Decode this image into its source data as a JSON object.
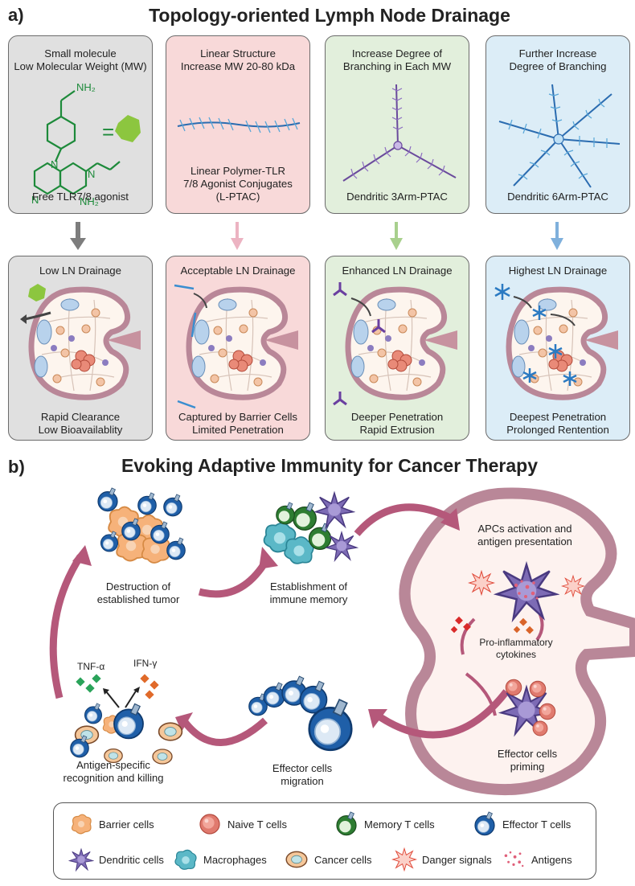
{
  "section_a": {
    "letter": "a)",
    "title": "Topology-oriented Lymph Node Drainage",
    "top_panels": [
      {
        "lines": [
          "Small molecule",
          "Low Molecular Weight (MW)"
        ],
        "bottom": [
          "Free TLR7/8 agonist"
        ],
        "color": "#e0e0e0",
        "chem_labels": {
          "nh2_top": "NH₂",
          "nh2_bottom": "NH₂",
          "n1": "N",
          "n2": "N",
          "n3": "N",
          "equals": "="
        }
      },
      {
        "lines": [
          "Linear Structure",
          "Increase MW 20-80 kDa"
        ],
        "bottom": [
          "Linear Polymer-TLR",
          "7/8 Agonist Conjugates",
          "(L-PTAC)"
        ],
        "color": "#f8d9d9"
      },
      {
        "lines": [
          "Increase Degree of",
          "Branching in Each MW"
        ],
        "bottom": [
          "Dendritic 3Arm-PTAC"
        ],
        "color": "#e2efdc"
      },
      {
        "lines": [
          "Further Increase",
          "Degree of Branching"
        ],
        "bottom": [
          "Dendritic 6Arm-PTAC"
        ],
        "color": "#dcedf7"
      }
    ],
    "arrow_colors": [
      "#7d7d7d",
      "#ecb3c2",
      "#a8d08d",
      "#7fb0dc"
    ],
    "bottom_panels": [
      {
        "title": "Low LN Drainage",
        "caption": [
          "Rapid Clearance",
          "Low Bioavailablity"
        ],
        "color": "#e0e0e0"
      },
      {
        "title": "Acceptable LN Drainage",
        "caption": [
          "Captured by Barrier Cells",
          "Limited Penetration"
        ],
        "color": "#f8d9d9"
      },
      {
        "title": "Enhanced LN Drainage",
        "caption": [
          "Deeper Penetration",
          "Rapid Extrusion"
        ],
        "color": "#e2efdc"
      },
      {
        "title": "Highest LN Drainage",
        "caption": [
          "Deepest Penetration",
          "Prolonged Rentention"
        ],
        "color": "#dcedf7"
      }
    ]
  },
  "section_b": {
    "letter": "b)",
    "title": "Evoking Adaptive Immunity for Cancer Therapy",
    "labels": {
      "destruction": [
        "Destruction of",
        "established tumor"
      ],
      "memory": [
        "Establishment of",
        "immune memory"
      ],
      "apc": [
        "APCs activation and",
        "antigen presentation"
      ],
      "cytokines": [
        "Pro-inflammatory",
        "cytokines"
      ],
      "priming": [
        "Effector cells",
        "priming"
      ],
      "migration": [
        "Effector cells",
        "migration"
      ],
      "killing": [
        "Antigen-specific",
        "recognition and killing"
      ],
      "tnf": "TNF-α",
      "ifn": "IFN-γ"
    },
    "cycle_arrow_color": "#b5587a",
    "legend": [
      {
        "label": "Barrier cells",
        "icon": "barrier-cell-icon"
      },
      {
        "label": "Naive T cells",
        "icon": "naive-t-cell-icon"
      },
      {
        "label": "Memory T cells",
        "icon": "memory-t-cell-icon"
      },
      {
        "label": "Effector T cells",
        "icon": "effector-t-cell-icon"
      },
      {
        "label": "Dendritic cells",
        "icon": "dendritic-cell-icon"
      },
      {
        "label": "Macrophages",
        "icon": "macrophage-icon"
      },
      {
        "label": "Cancer cells",
        "icon": "cancer-cell-icon"
      },
      {
        "label": "Danger signals",
        "icon": "danger-signal-icon"
      },
      {
        "label": "Antigens",
        "icon": "antigens-icon"
      }
    ]
  }
}
